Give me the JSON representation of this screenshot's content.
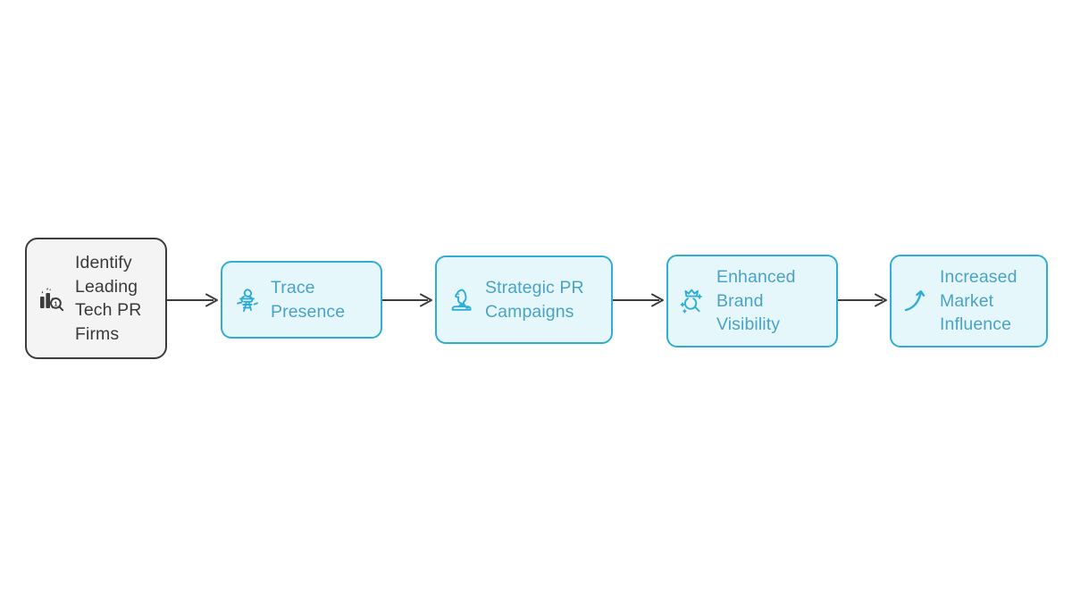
{
  "diagram": {
    "type": "horizontal-process-flow",
    "title": "",
    "background_color": "#ffffff",
    "accent_color": "#2fadd4",
    "step_text_color": "#4aa3c7",
    "step_fill_color": "#e6f7fc",
    "start_border_color": "#3c3c3c",
    "start_fill_color": "#f4f4f4",
    "start_text_color": "#3a3a3a",
    "connector_color": "#3c3c3c",
    "nodes": [
      {
        "id": "node-1",
        "label": "Identify\nLeading\nTech PR\nFirms",
        "icon": "bar-chart-magnifier-icon",
        "style": "start"
      },
      {
        "id": "node-2",
        "label": "Trace\nPresence",
        "icon": "footprint-trace-icon",
        "style": "step"
      },
      {
        "id": "node-3",
        "label": "Strategic PR\nCampaigns",
        "icon": "chess-knight-icon",
        "style": "step"
      },
      {
        "id": "node-4",
        "label": "Enhanced\nBrand\nVisibility",
        "icon": "crown-magnifier-sparkle-icon",
        "style": "step"
      },
      {
        "id": "node-5",
        "label": "Increased\nMarket\nInfluence",
        "icon": "growth-arrow-icon",
        "style": "step"
      }
    ],
    "connectors": [
      {
        "id": "conn-1",
        "from": "node-1",
        "to": "node-2",
        "kind": "arrow-right"
      },
      {
        "id": "conn-2",
        "from": "node-2",
        "to": "node-3",
        "kind": "arrow-right"
      },
      {
        "id": "conn-3",
        "from": "node-3",
        "to": "node-4",
        "kind": "arrow-right"
      },
      {
        "id": "conn-4",
        "from": "node-4",
        "to": "node-5",
        "kind": "arrow-right"
      }
    ]
  }
}
